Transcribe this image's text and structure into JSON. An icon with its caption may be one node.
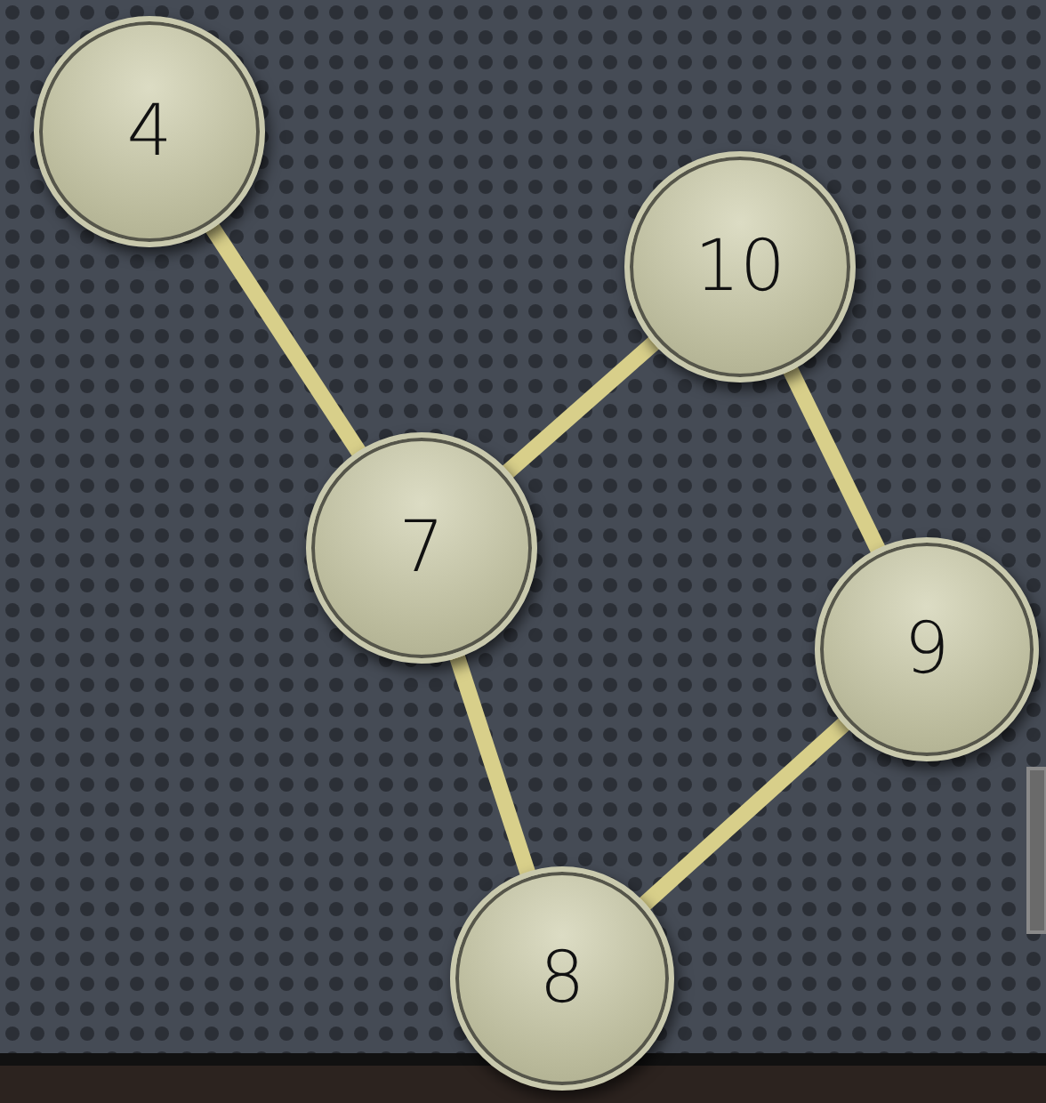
{
  "diagram": {
    "nodes": [
      {
        "text": [
          "4"
        ]
      },
      {
        "text": [
          "10"
        ]
      },
      {
        "text": [
          "7"
        ]
      },
      {
        "text": [
          "9"
        ]
      },
      {
        "text": [
          "8"
        ]
      }
    ],
    "edges": [
      {
        "from": 0,
        "to": 2,
        "arrow": "none"
      },
      {
        "from": 2,
        "to": 1,
        "arrow": "none"
      },
      {
        "from": 1,
        "to": 3,
        "arrow": "none"
      },
      {
        "from": 2,
        "to": 4,
        "arrow": "none"
      },
      {
        "from": 4,
        "to": 3,
        "arrow": "none"
      }
    ]
  }
}
